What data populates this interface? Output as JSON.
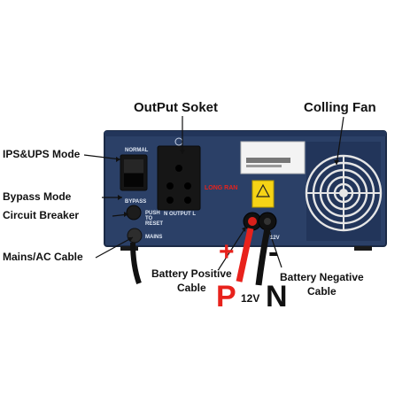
{
  "labels": {
    "output_socket": "OutPut Soket",
    "cooling_fan": "Colling Fan",
    "ips_ups_mode": "IPS&UPS Mode",
    "bypass_mode": "Bypass Mode",
    "circuit_breaker": "Circuit Breaker",
    "mains_ac_cable": "Mains/AC Cable",
    "battery_positive_cable": "Battery Positive\nCable",
    "battery_negative_cable": "Battery Negative\nCable",
    "plus": "+",
    "minus": "-",
    "p": "P",
    "n": "N",
    "twelve_v": "12V"
  },
  "panel_text": {
    "normal": "NORMAL",
    "bypass": "BYPASS",
    "push_to_reset": "PUSH\nTO\nRESET",
    "mains": "MAINS",
    "n_output_l": "N  OUTPUT  L",
    "brand": "LONG RAN",
    "battery": "12V"
  },
  "colors": {
    "device_body": "#2b4067",
    "positive": "#e8221c",
    "negative": "#111111"
  }
}
